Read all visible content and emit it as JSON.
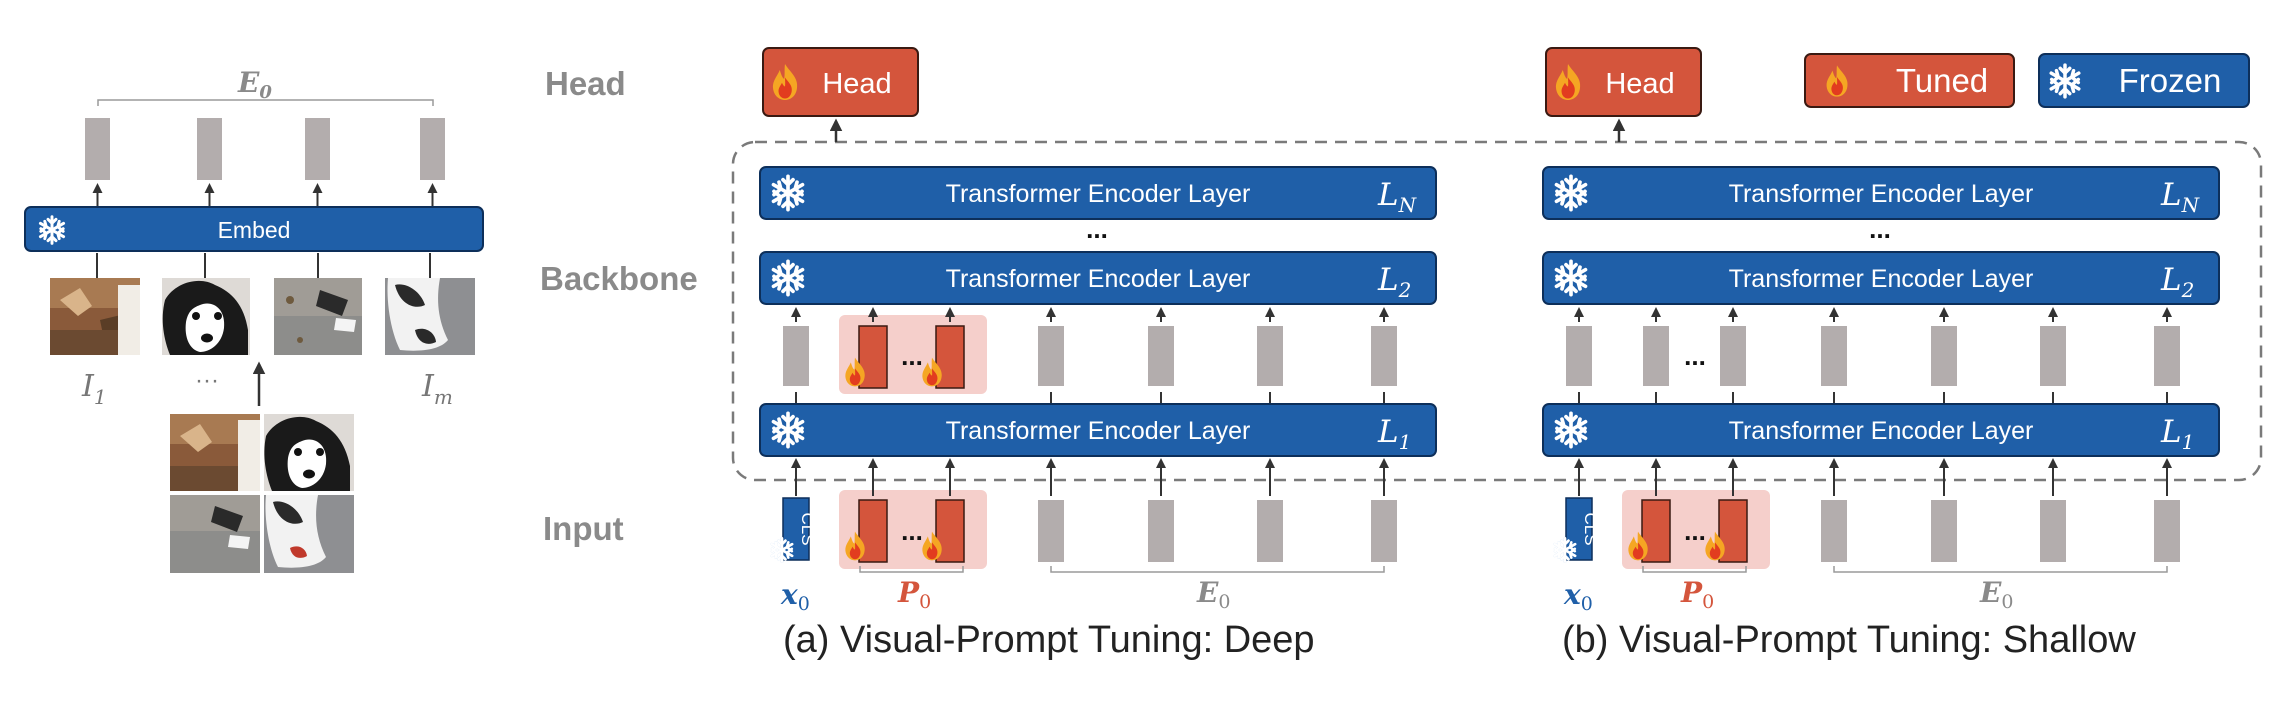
{
  "row_labels": {
    "head": "Head",
    "backbone": "Backbone",
    "input": "Input"
  },
  "legend": {
    "tuned": "Tuned",
    "frozen": "Frozen"
  },
  "head_label": "Head",
  "layer_label": "Transformer Encoder Layer",
  "embed_label": "Embed",
  "cls_label": "CLS",
  "layer_index": {
    "n": "L",
    "n_sub": "N",
    "two": "L",
    "two_sub": "2",
    "one": "L",
    "one_sub": "1"
  },
  "ellipsis": "...",
  "ellipsis_left": "···",
  "e0": {
    "main": "E",
    "sub": "0"
  },
  "x0": {
    "main": "x",
    "sub": "0"
  },
  "p0": {
    "main": "P",
    "sub": "0"
  },
  "i1": {
    "main": "I",
    "sub": "1"
  },
  "im": {
    "main": "I",
    "sub": "m"
  },
  "captions": {
    "deep": "(a) Visual-Prompt Tuning:  Deep",
    "shallow": "(b) Visual-Prompt Tuning:  Shallow"
  },
  "colors": {
    "blue": "#1f5fa8",
    "red": "#d4553c",
    "gray": "#b3adad",
    "pink": "#f5cfcb",
    "label_gray": "#8a8a8a"
  }
}
